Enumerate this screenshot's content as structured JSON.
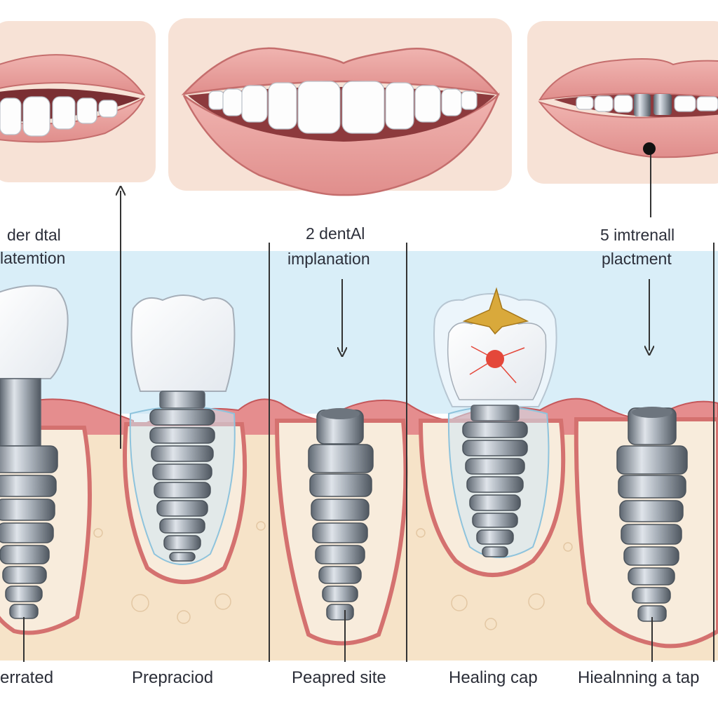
{
  "figure": {
    "top_labels": {
      "left_line1": "der dtal",
      "left_line2": "latemtion",
      "middle_line1": "2 dentAl",
      "middle_line2": "implanation",
      "right_line1": "5 imtrenall",
      "right_line2": "plactment"
    },
    "captions": [
      "errated",
      "Prepraciod",
      "Peapred site",
      "Healing cap",
      "Hiealnning a tap"
    ]
  },
  "colors": {
    "sky": "#d9eef8",
    "gum": "#e58d8e",
    "bone": "#f6e3c8",
    "lip": "#e9a3a0",
    "skin": "#f7e2d6",
    "metal": "#9aa3ad",
    "crown": "#ffffff",
    "marker": "#e4473a",
    "cap": "#d9a93b"
  }
}
